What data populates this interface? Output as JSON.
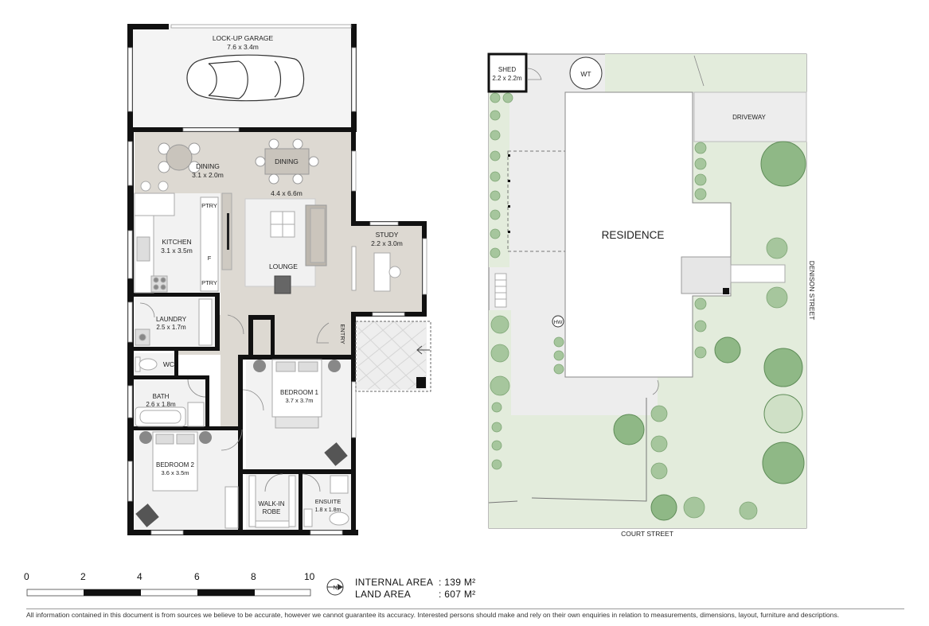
{
  "rooms": {
    "garage_name": "LOCK-UP GARAGE",
    "garage_size": "7.6 x 3.4m",
    "dining_name": "DINING",
    "dining_size": "3.1 x 2.0m",
    "dining_table_label": "DINING",
    "living_size": "4.4 x 6.6m",
    "lounge_name": "LOUNGE",
    "kitchen_name": "KITCHEN",
    "kitchen_size": "3.1 x 3.5m",
    "ptry_top": "PTRY",
    "ptry_bottom": "PTRY",
    "fridge": "F",
    "study_name": "STUDY",
    "study_size": "2.2 x 3.0m",
    "laundry_name": "LAUNDRY",
    "laundry_size": "2.5 x 1.7m",
    "entry_name": "ENTRY",
    "wc_name": "WC",
    "bath_name": "BATH",
    "bath_size": "2.6 x 1.8m",
    "bed1_name": "BEDROOM 1",
    "bed1_size": "3.7 x 3.7m",
    "bed2_name": "BEDROOM 2",
    "bed2_size": "3.6 x 3.5m",
    "wir_line1": "WALK-IN",
    "wir_line2": "ROBE",
    "ensuite_name": "ENSUITE",
    "ensuite_size": "1.8 x 1.8m"
  },
  "site": {
    "shed_name": "SHED",
    "shed_size": "2.2 x 2.2m",
    "wt": "WT",
    "hw": "HW",
    "driveway": "DRIVEWAY",
    "residence": "RESIDENCE",
    "street_east": "DENISON STREET",
    "street_south": "COURT STREET"
  },
  "scale": {
    "ticks": [
      "0",
      "2",
      "4",
      "6",
      "8",
      "10"
    ]
  },
  "areas": {
    "internal_label": "INTERNAL AREA",
    "internal_value": ": 139 M²",
    "land_label": "LAND AREA",
    "land_value": ": 607 M²",
    "north_letter": "N"
  },
  "disclaimer": "All information contained in this document is from sources we believe to be accurate, however we cannot guarantee its accuracy. Interested persons should make and rely on their own enquiries in relation to measurements, dimensions, layout, furniture and descriptions.",
  "colors": {
    "wall": "#111111",
    "living_floor": "#ddd9d2",
    "room_floor": "#f2f2f2",
    "garage_floor": "#f4f4f4",
    "lawn": "#e3ecdc",
    "paving": "#ededed",
    "shrub": "#8fb886",
    "tree": "#6f9e69"
  }
}
